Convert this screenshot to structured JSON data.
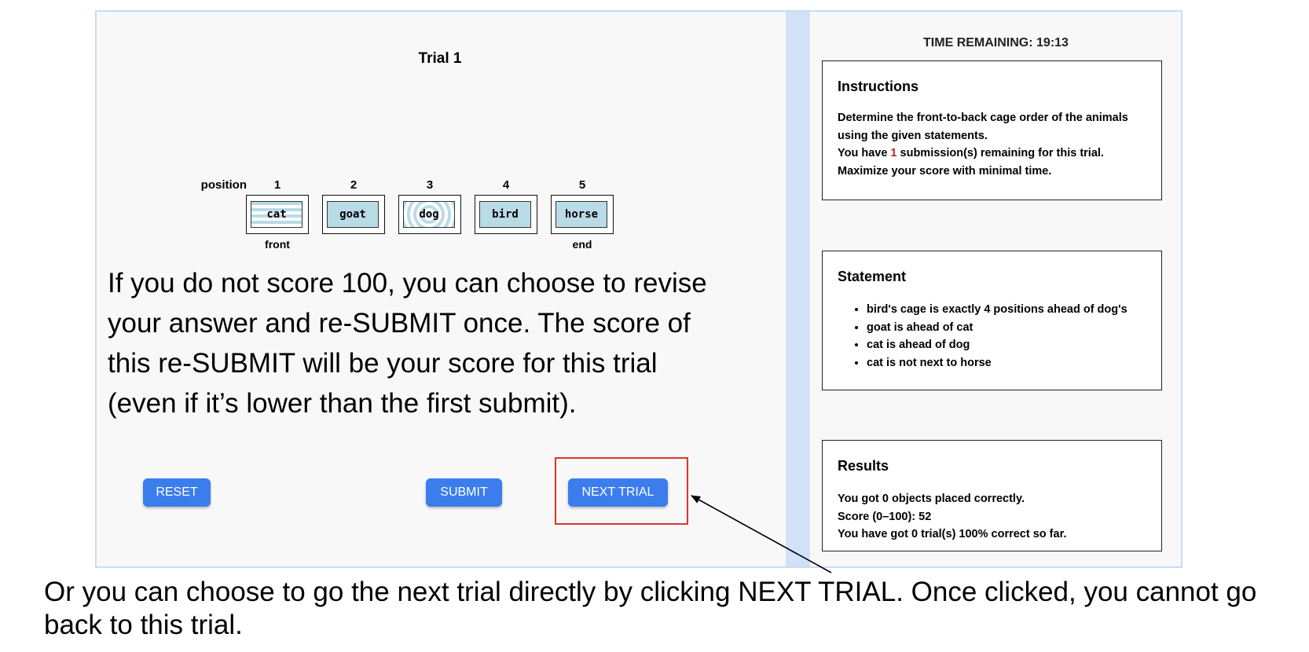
{
  "trial": {
    "title": "Trial 1"
  },
  "positions": {
    "label": "position",
    "numbers": [
      "1",
      "2",
      "3",
      "4",
      "5"
    ],
    "front_label": "front",
    "end_label": "end"
  },
  "cages": [
    {
      "animal": "cat",
      "pattern": "stripes"
    },
    {
      "animal": "goat",
      "pattern": "plain"
    },
    {
      "animal": "dog",
      "pattern": "rings"
    },
    {
      "animal": "bird",
      "pattern": "plain"
    },
    {
      "animal": "horse",
      "pattern": "plain"
    }
  ],
  "explanation": "If you do not score 100, you can choose to revise your answer and re-SUBMIT once. The score of this re-SUBMIT will be your score for this trial (even if it’s lower than the first submit).",
  "buttons": {
    "reset": "RESET",
    "submit": "SUBMIT",
    "next_trial": "NEXT TRIAL"
  },
  "timer": {
    "text": "TIME REMAINING: 19:13"
  },
  "instructions": {
    "title": "Instructions",
    "line1": "Determine the front-to-back cage order of the animals using the given statements.",
    "line2_prefix": "You have ",
    "line2_count": "1",
    "line2_suffix": " submission(s) remaining for this trial.",
    "line3": "Maximize your score with minimal time."
  },
  "statement": {
    "title": "Statement",
    "items": [
      "bird's cage is exactly 4 positions ahead of dog's",
      "goat is ahead of cat",
      "cat is ahead of dog",
      "cat is not next to horse"
    ]
  },
  "results": {
    "title": "Results",
    "line1": "You got 0 objects placed correctly.",
    "line2": "Score (0–100): 52",
    "line3": "You have got 0 trial(s) 100% correct so far."
  },
  "bottom_note": "Or you can choose to go the next trial directly by clicking NEXT TRIAL. Once clicked, you cannot go back to this trial.",
  "colors": {
    "button": "#3b7ded",
    "highlight": "#e0332c",
    "cage_fill": "#b9dbe6",
    "divider": "#d1e2f8",
    "remaining_count": "#c01f1f"
  }
}
